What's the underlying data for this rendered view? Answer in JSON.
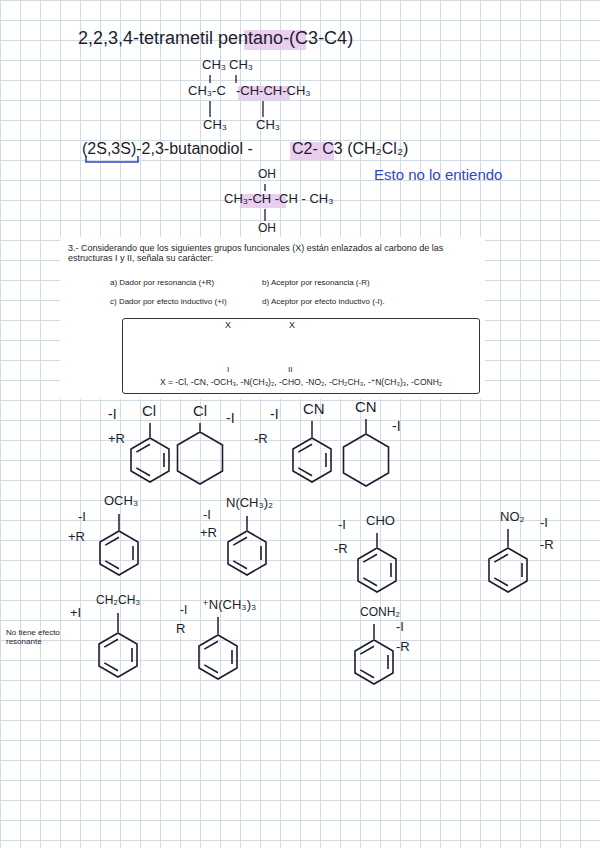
{
  "diagram": {
    "nodes": [
      {
        "text": [
          "X",
          "X",
          "I",
          "II",
          "X = -Cl, -CN, -OCH₃, -N(CH₃)₂, -CHO, -NO₂, -CH₂CH₃, -⁺N(CH₃)₃, -CONH₂"
        ]
      }
    ],
    "labels": [
      "2,2,3,4-tetrametil pentano-(C3-C4)",
      "CH₃",
      "CH₃",
      "CH₃-C",
      "-CH-CH-CH₃",
      "CH₃",
      "CH₃",
      "(2S,3S)-2,3-butanodiol -",
      "C2- C3 (CH₂Cl₂)",
      "Esto no lo entiendo",
      "OH",
      "CH₃-CH -CH - CH₃",
      "OH",
      "3.- Considerando que los siguientes grupos funcionales (X) están enlazados al carbono de las estructuras I y II, señala su carácter:",
      "a) Dador por resonancia (+R)",
      "b) Aceptor por resonancia (-R)",
      "c) Dador por efecto inductivo (+I)",
      "d) Aceptor por efecto inductivo (-I).",
      "-I",
      "Cl",
      "+R",
      "Cl",
      "-I",
      "-I",
      "CN",
      "-R",
      "CN",
      "-I",
      "OCH₃",
      "-I",
      "+R",
      "N(CH₃)₂",
      "-I",
      "+R",
      "-I",
      "CHO",
      "-R",
      "NO₂",
      "-I",
      "-R",
      "CH₂CH₃",
      "+I",
      "No tiene efecto resonante",
      "-I",
      "⁺N(CH₃)₃",
      "R",
      "CONH₂",
      "-I",
      "-R"
    ]
  }
}
